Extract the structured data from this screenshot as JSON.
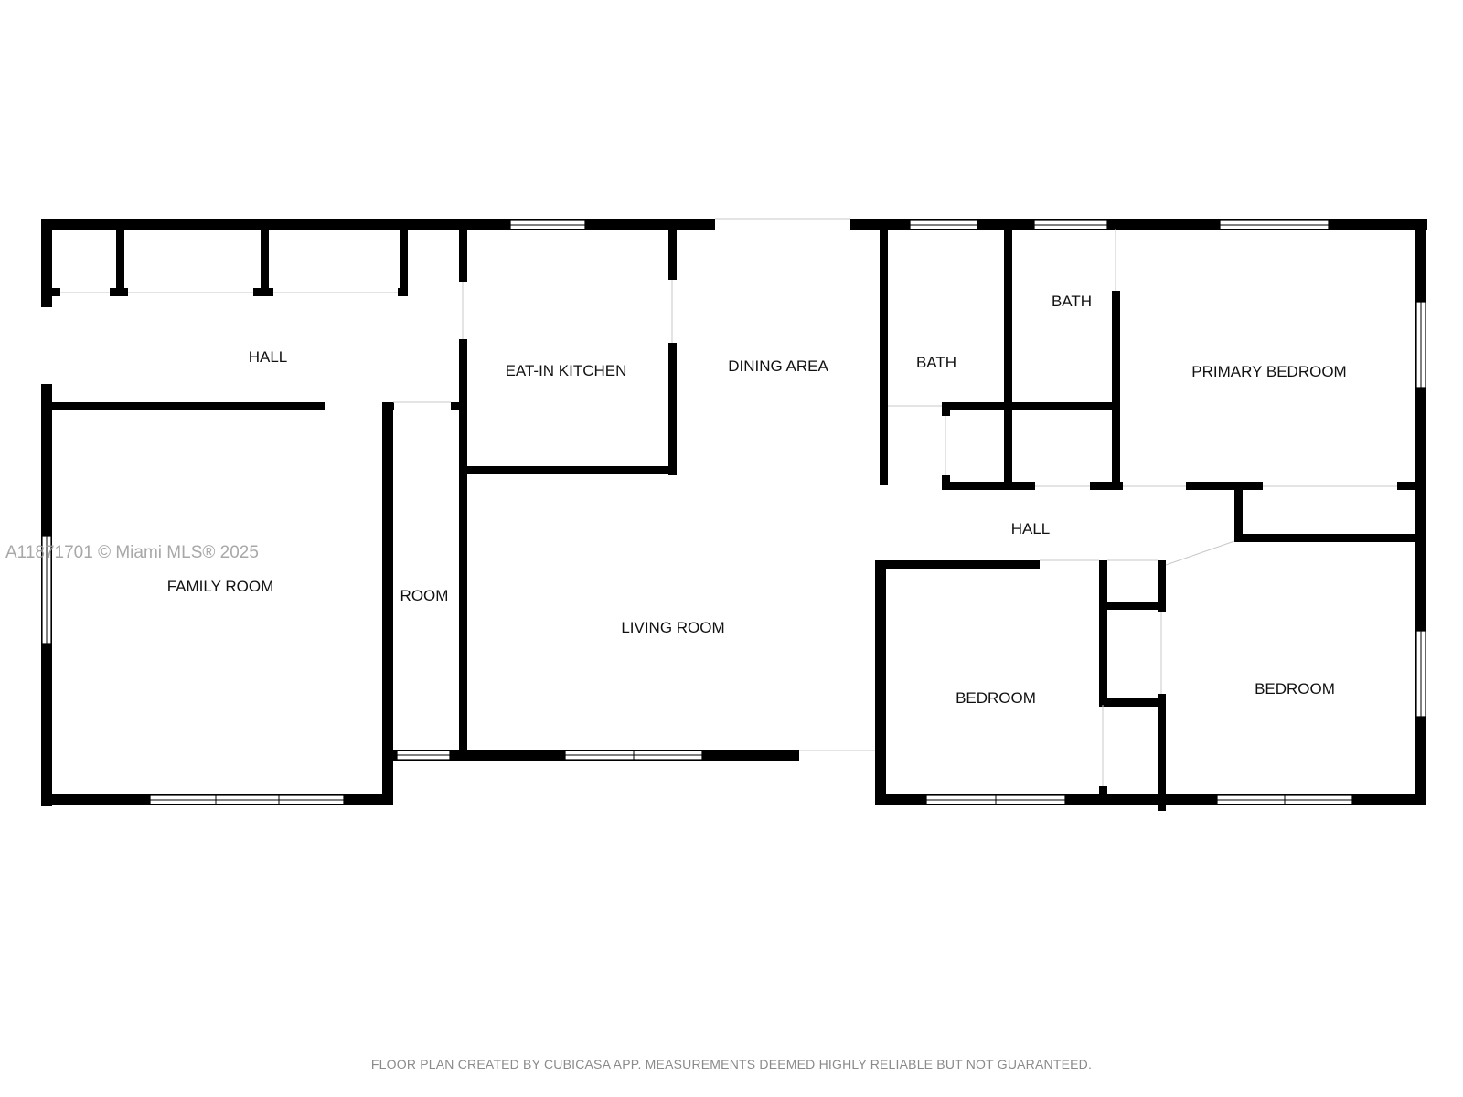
{
  "floor_plan": {
    "rooms": {
      "hall_west": "HALL",
      "family_room": "FAMILY ROOM",
      "room": "ROOM",
      "eat_in_kitchen": "EAT-IN KITCHEN",
      "dining_area": "DINING AREA",
      "living_room": "LIVING ROOM",
      "bath_left": "BATH",
      "bath_right": "BATH",
      "primary_bedroom": "PRIMARY BEDROOM",
      "hall_east": "HALL",
      "bedroom_left": "BEDROOM",
      "bedroom_right": "BEDROOM"
    },
    "watermark": "A11871701 © Miami MLS® 2025",
    "footer": "FLOOR PLAN CREATED BY CUBICASA APP. MEASUREMENTS DEEMED HIGHLY RELIABLE BUT NOT GUARANTEED.",
    "colors": {
      "wall": "#000000",
      "background": "#ffffff",
      "watermark": "#9a9a9a",
      "footer": "#8a8a8a"
    }
  }
}
